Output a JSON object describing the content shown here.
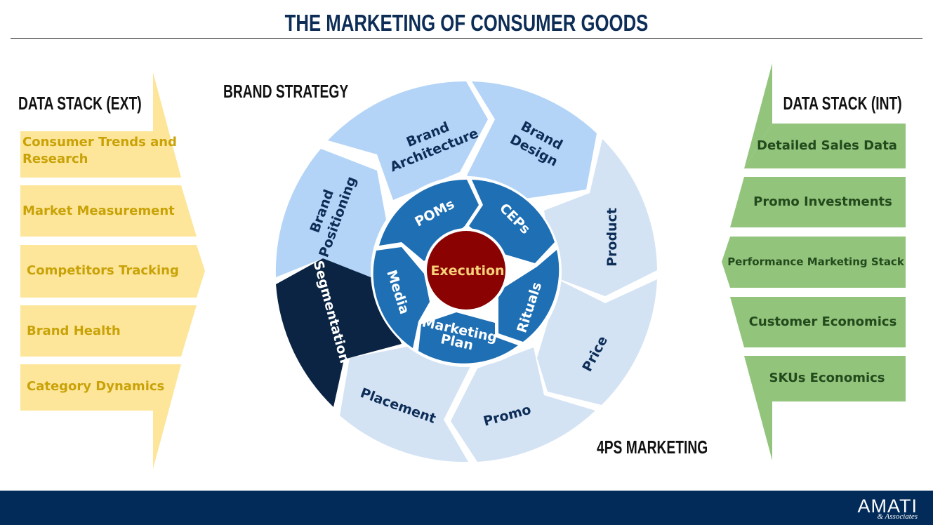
{
  "title": "THE MARKETING OF CONSUMER GOODS",
  "data_stack_ext": {
    "heading": "DATA STACK (EXT)",
    "items": [
      {
        "line1": "Consumer Trends and",
        "line2": "Research"
      },
      {
        "line1": "Market Measurement",
        "line2": ""
      },
      {
        "line1": "Competitors Tracking",
        "line2": ""
      },
      {
        "line1": "Brand Health",
        "line2": ""
      },
      {
        "line1": "Category Dynamics",
        "line2": ""
      }
    ]
  },
  "data_stack_int": {
    "heading": "DATA STACK (INT)",
    "items": [
      "Detailed Sales Data",
      "Promo Investments",
      "Performance Marketing Stack",
      "Customer Economics",
      "SKUs Economics"
    ]
  },
  "brand_strategy": {
    "heading": "BRAND STRATEGY",
    "segments": {
      "segmentation": "Segmentation",
      "positioning": {
        "line1": "Brand",
        "line2": "Positioning"
      },
      "architecture": {
        "line1": "Brand",
        "line2": "Architecture"
      },
      "design": {
        "line1": "Brand",
        "line2": "Design"
      }
    }
  },
  "four_ps": {
    "heading": "4PS MARKETING",
    "segments": {
      "product": "Product",
      "price": "Price",
      "promo": "Promo",
      "placement": "Placement"
    }
  },
  "inner_ring": {
    "poms": "POMs",
    "ceps": "CEPs",
    "rituals": "Rituals",
    "marketing_plan": {
      "line1": "Marketing",
      "line2": "Plan"
    },
    "media": "Media"
  },
  "center": "Execution",
  "logo": {
    "main": "AMATI",
    "sub": "& Associates"
  },
  "colors": {
    "navy": "#0d2d57",
    "brand_light_blue": "#b3d4f7",
    "ps_pale_blue": "#d3e3f4",
    "segmentation_dark": "#0b2444",
    "inner_blue": "#1e6fb4",
    "execution_red": "#8a0202",
    "execution_text": "#f7d27a",
    "ext_yellow": "#fde69a",
    "ext_text": "#c9a207",
    "int_green": "#92c47c",
    "int_text": "#234a1c",
    "footer": "#022b5a"
  }
}
